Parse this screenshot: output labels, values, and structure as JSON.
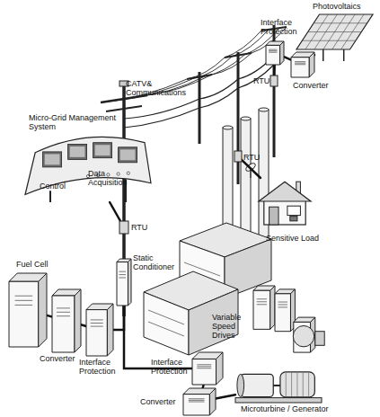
{
  "diagram": {
    "nodes": [
      {
        "text": [
          "Photovoltaics"
        ]
      },
      {
        "text": [
          "Interface Protection"
        ]
      },
      {
        "text": [
          "Converter"
        ]
      },
      {
        "text": [
          "RTU"
        ]
      },
      {
        "text": [
          "Micro-Grid Management System",
          "Data Acquisition",
          "Control"
        ]
      },
      {
        "text": [
          "RTU"
        ]
      },
      {
        "text": [
          "Sensitive Load"
        ]
      },
      {
        "text": [
          "RTU"
        ]
      },
      {
        "text": [
          "Static Conditioner"
        ]
      },
      {
        "text": [
          "Fuel Cell"
        ]
      },
      {
        "text": [
          "Converter"
        ]
      },
      {
        "text": [
          "Interface Protection"
        ]
      },
      {
        "text": [
          "Variable Speed Drives"
        ]
      },
      {
        "text": [
          "Interface Protection"
        ]
      },
      {
        "text": [
          "Converter"
        ]
      },
      {
        "text": [
          "Microturbine / Generator"
        ]
      }
    ],
    "edges": [
      {
        "from": 0,
        "to": 2,
        "arrow": "none"
      },
      {
        "from": 2,
        "to": 1,
        "arrow": "none"
      },
      {
        "from": 1,
        "to": 3,
        "arrow": "none"
      },
      {
        "from": 4,
        "to": 7,
        "arrow": "none"
      },
      {
        "from": 9,
        "to": 10,
        "arrow": "none"
      },
      {
        "from": 10,
        "to": 11,
        "arrow": "none"
      },
      {
        "from": 11,
        "to": 8,
        "arrow": "none"
      },
      {
        "from": 15,
        "to": 14,
        "arrow": "none"
      },
      {
        "from": 14,
        "to": 13,
        "arrow": "none"
      },
      {
        "from": 13,
        "to": 8,
        "arrow": "none"
      },
      {
        "from": 5,
        "to": 6,
        "arrow": "none"
      }
    ],
    "labels": [
      "CATV& Communications"
    ]
  }
}
